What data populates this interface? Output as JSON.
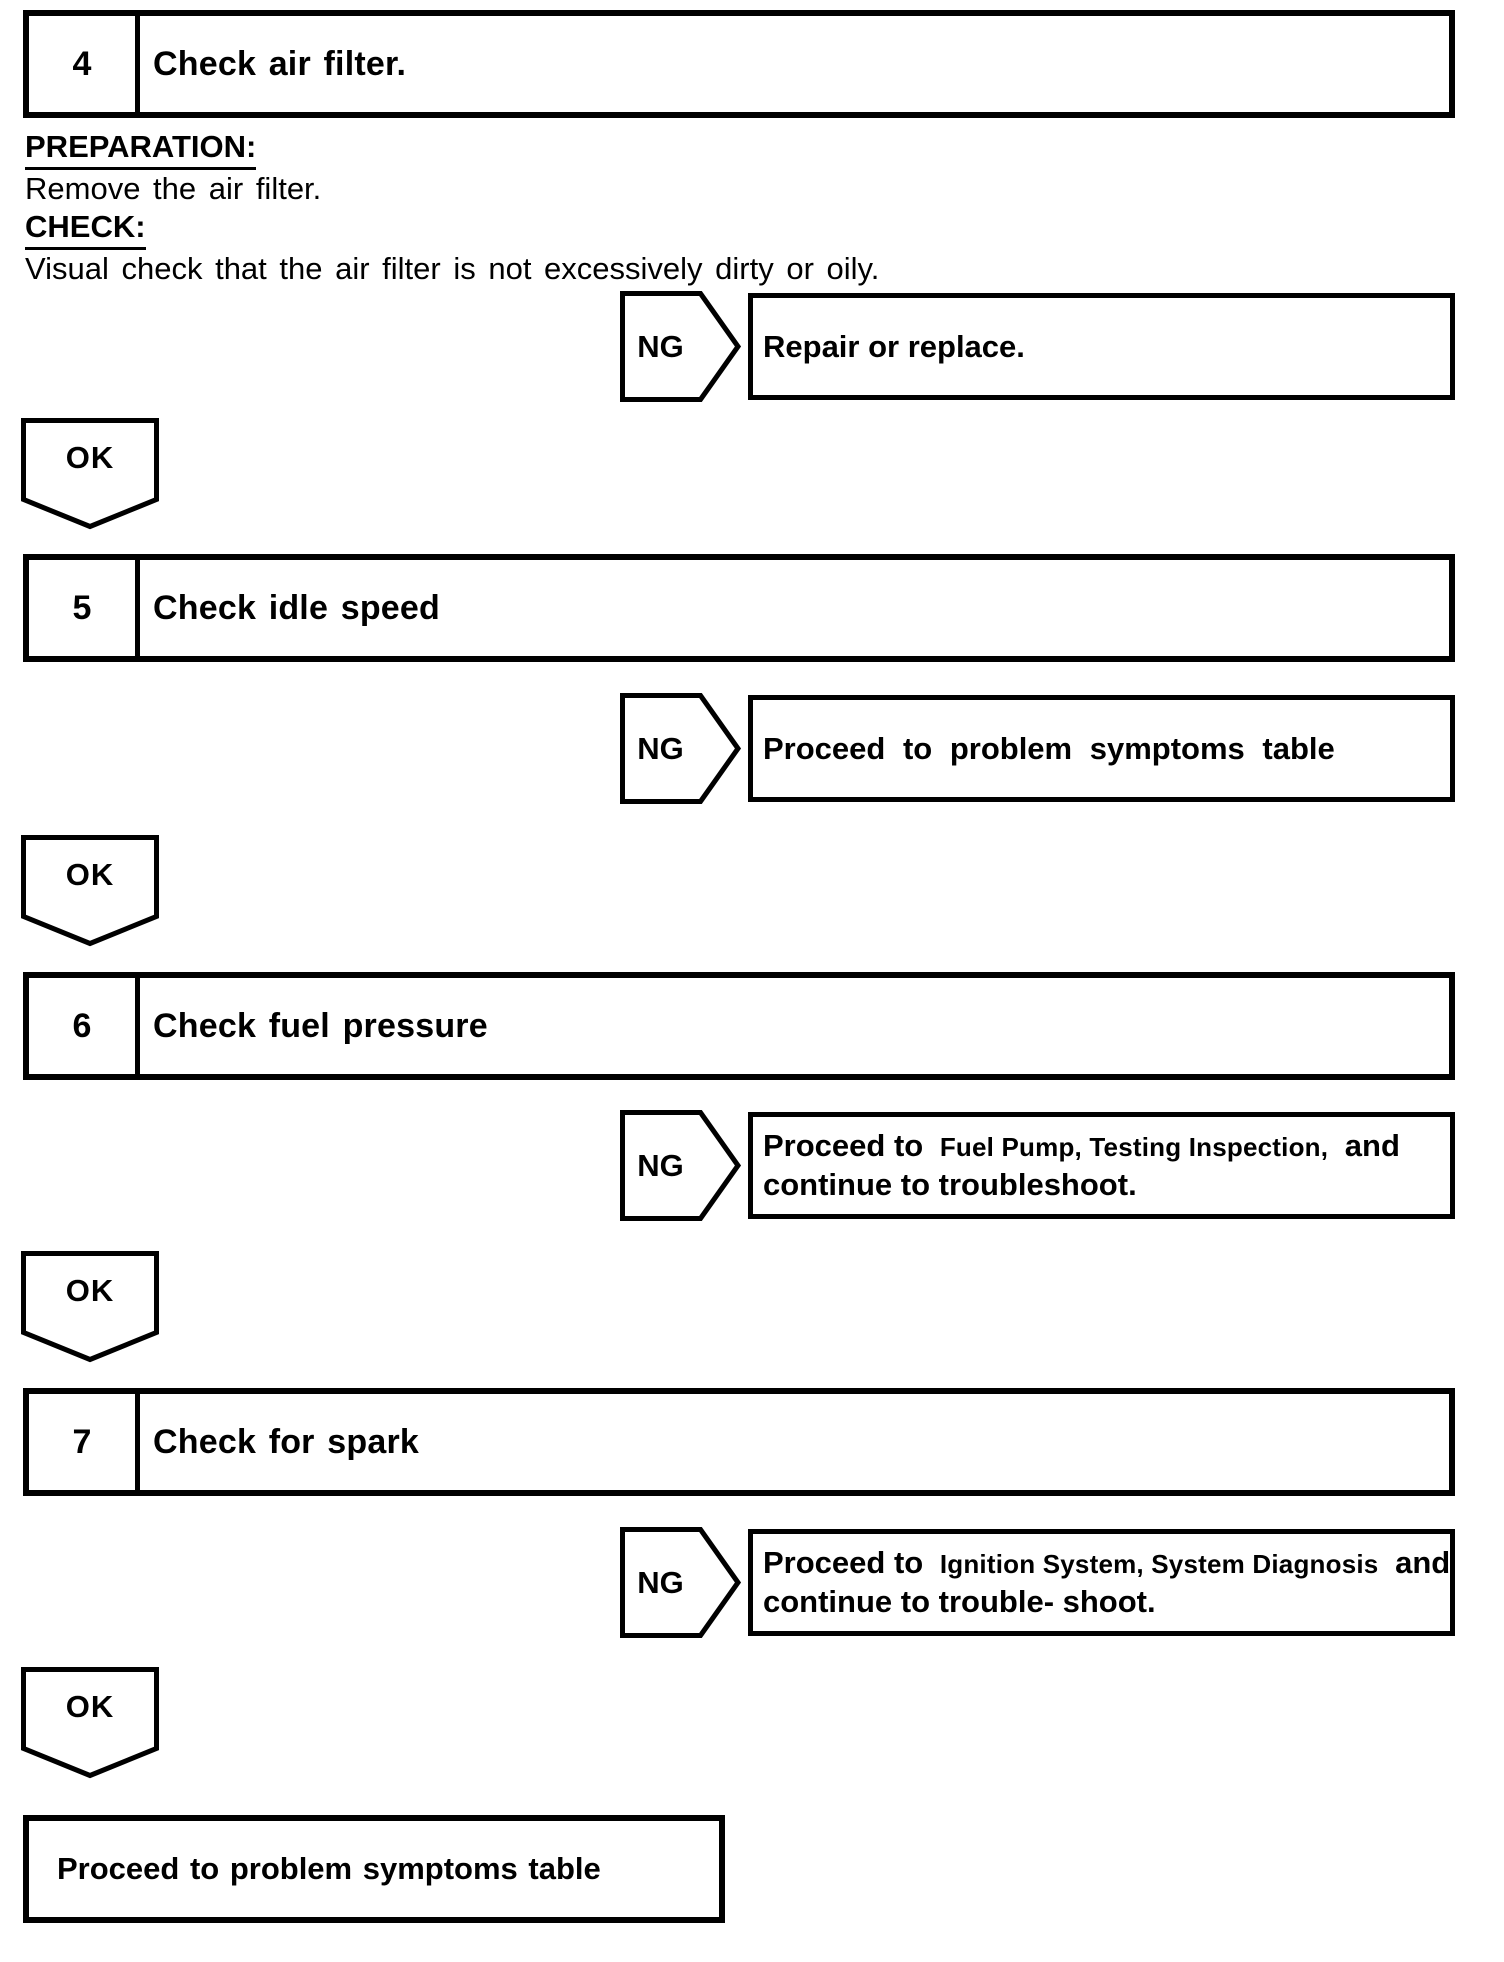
{
  "labels": {
    "ng": "NG",
    "ok": "OK"
  },
  "steps": [
    {
      "number": "4",
      "title": "Check air filter."
    },
    {
      "number": "5",
      "title": "Check idle speed"
    },
    {
      "number": "6",
      "title": "Check fuel pressure"
    },
    {
      "number": "7",
      "title": "Check for spark"
    }
  ],
  "step4_details": {
    "preparation_heading": "PREPARATION:",
    "preparation_text": "Remove the air filter.",
    "check_heading": "CHECK:",
    "check_text": "Visual check that the air filter is not excessively dirty or oily."
  },
  "ng_results": [
    {
      "text": "Repair or replace."
    },
    {
      "text": "Proceed to problem symptoms table"
    },
    {
      "line1_pre": "Proceed to",
      "line1_ref": "Fuel Pump, Testing Inspection,",
      "line1_post": "and",
      "line2": "continue to troubleshoot."
    },
    {
      "line1_pre": "Proceed to",
      "line1_ref": "Ignition System, System Diagnosis",
      "line1_post": "and",
      "line2": "continue to trouble- shoot."
    }
  ],
  "final_action": {
    "text": "Proceed to problem symptoms table"
  }
}
